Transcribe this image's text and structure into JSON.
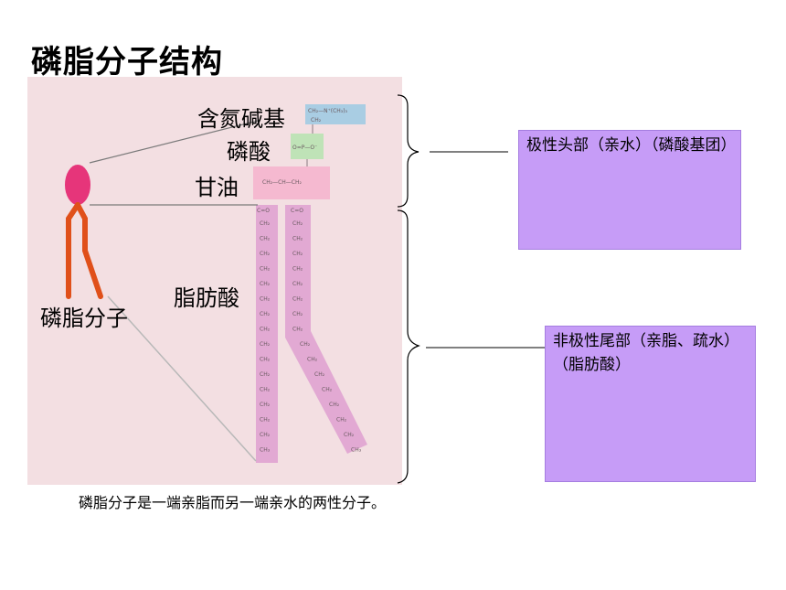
{
  "title": "磷脂分子结构",
  "figure": {
    "labels": {
      "choline": "含氮碱基",
      "phosphate": "磷酸",
      "glycerol": "甘油",
      "fatty_acid": "脂肪酸",
      "molecule": "磷脂分子"
    },
    "formula": {
      "choline_top": "CH₂—N⁺(CH₃)₃",
      "choline_bottom": "CH₂",
      "phosphate": "O=P—O⁻",
      "glycerol": "CH₂—CH—CH₂",
      "carbonyl": "C=O",
      "chain_unit": "CH₂",
      "terminal": "CH₃"
    }
  },
  "polar_head_box": {
    "text": "极性头部（亲水）（磷酸基团）"
  },
  "nonpolar_tail_box": {
    "text": "非极性尾部（亲脂、疏水）（脂肪酸）"
  },
  "caption": "磷脂分子是一端亲脂而另一端亲水的两性分子。",
  "colors": {
    "figure_bg": "#f3dfe2",
    "choline_box": "#a9cde3",
    "phosphate_box": "#bfe3b7",
    "glycerol_box": "#f5b9d0",
    "chain_fill": "#e2a9d3",
    "head_icon": "#e6357a",
    "body_icon": "#e0501a",
    "label_box": "#c69cf7"
  }
}
